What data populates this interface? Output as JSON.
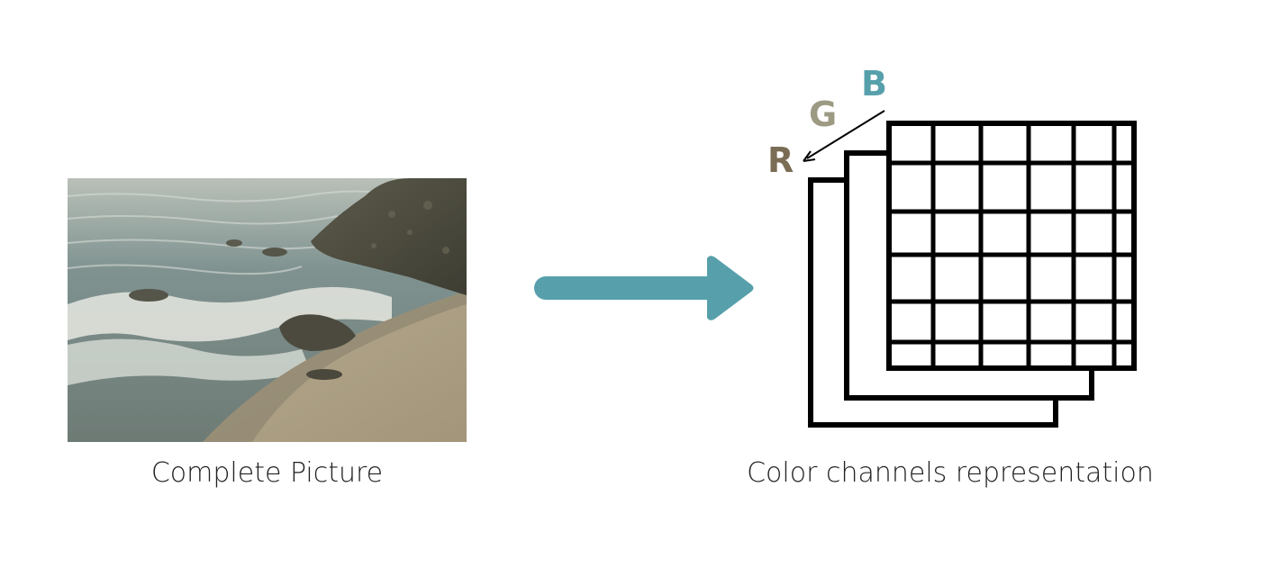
{
  "left_caption": "Complete Picture",
  "right_caption": "Color channels representation",
  "channels": [
    {
      "label": "R",
      "color": "#7a6c55"
    },
    {
      "label": "G",
      "color": "#9c9a83"
    },
    {
      "label": "B",
      "color": "#57a0ab"
    }
  ],
  "colors": {
    "arrow": "#57a0ab",
    "grid_stroke": "#000000"
  },
  "icons": {
    "photo": "seascape-photo",
    "arrow": "right-arrow",
    "grid": "rgb-channel-grid"
  }
}
